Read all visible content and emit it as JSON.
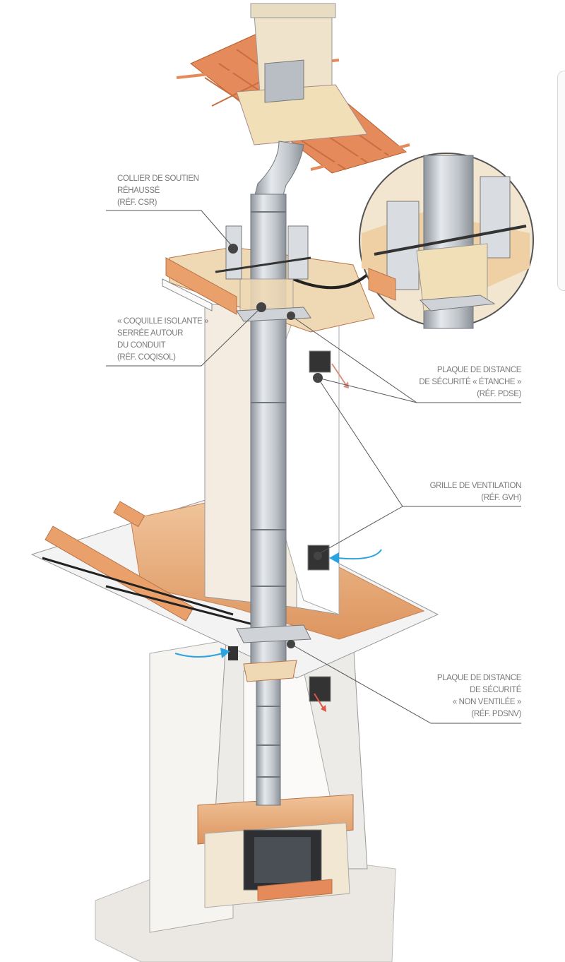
{
  "labels": {
    "csr": {
      "lines": [
        "COLLIER DE SOUTIEN",
        "RÉHAUSSÉ",
        "(RÉF. CSR)"
      ]
    },
    "coqisol": {
      "lines": [
        "« COQUILLE ISOLANTE »",
        "SERRÉE AUTOUR",
        "DU CONDUIT",
        "(RÉF. COQISOL)"
      ]
    },
    "pdse": {
      "lines": [
        "PLAQUE DE DISTANCE",
        "DE SÉCURITÉ « ÉTANCHE »",
        "(RÉF. PDSE)"
      ]
    },
    "gvh": {
      "lines": [
        "GRILLE DE VENTILATION",
        "(RÉF. GVH)"
      ]
    },
    "pdsnv": {
      "lines": [
        "PLAQUE DE DISTANCE",
        "DE SÉCURITÉ",
        "« NON VENTILÉE »",
        "(RÉF. PDSNV)"
      ]
    }
  },
  "colors": {
    "wood": "#e9a06a",
    "tile": "#e58a5a",
    "pipe": "#b9bec4",
    "wall": "#f2efe9",
    "airflow_in": "#2aa3e0",
    "airflow_out": "#e0584a",
    "label": "#7a7a7a"
  }
}
